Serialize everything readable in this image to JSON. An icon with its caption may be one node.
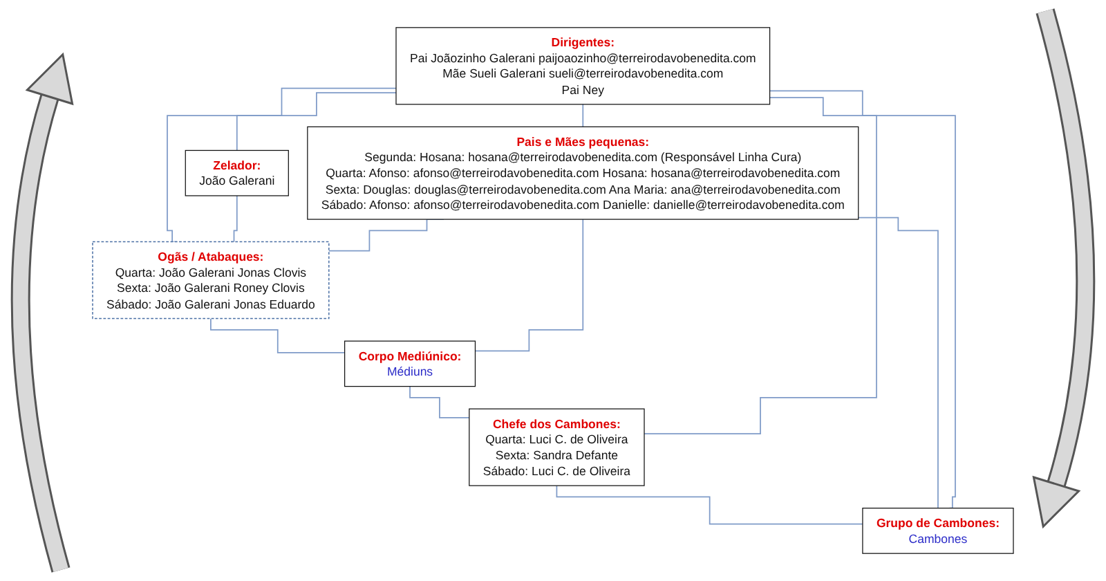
{
  "diagram": {
    "nodes": [
      {
        "text": [
          "Dirigentes:",
          "Pai Joãozinho Galerani paijoaozinho@terreirodavobenedita.com",
          "Mãe Sueli Galerani sueli@terreirodavobenedita.com",
          "Pai Ney"
        ]
      },
      {
        "text": [
          "Zelador:",
          "João Galerani"
        ]
      },
      {
        "text": [
          "Ogãs / Atabaques:",
          "Quarta: João Galerani Jonas Clovis",
          "Sexta: João Galerani Roney Clovis",
          "Sábado: João Galerani Jonas Eduardo"
        ]
      },
      {
        "text": [
          "Pais e Mães pequenas:",
          "Segunda: Hosana: hosana@terreirodavobenedita.com (Responsável Linha Cura)",
          "Quarta: Afonso: afonso@terreirodavobenedita.com Hosana: hosana@terreirodavobenedita.com",
          "Sexta: Douglas: douglas@terreirodavobenedita.com Ana Maria: ana@terreirodavobenedita.com",
          "Sábado: Afonso: afonso@terreirodavobenedita.com Danielle: danielle@terreirodavobenedita.com"
        ]
      },
      {
        "text": [
          "Corpo Mediúnico:",
          "Médiuns"
        ]
      },
      {
        "text": [
          "Chefe dos Cambones:",
          "Quarta: Luci C. de Oliveira",
          "Sexta: Sandra Defante",
          "Sábado: Luci C. de Oliveira"
        ]
      },
      {
        "text": [
          "Grupo de Cambones:",
          "Cambones"
        ]
      }
    ],
    "edges": [
      {
        "from": 0,
        "to": 1,
        "arrow": "none"
      },
      {
        "from": 0,
        "to": 3,
        "arrow": "none"
      },
      {
        "from": 0,
        "to": 2,
        "arrow": "none"
      },
      {
        "from": 1,
        "to": 2,
        "arrow": "none"
      },
      {
        "from": 3,
        "to": 2,
        "arrow": "none"
      },
      {
        "from": 2,
        "to": 4,
        "arrow": "none"
      },
      {
        "from": 3,
        "to": 4,
        "arrow": "none"
      },
      {
        "from": 4,
        "to": 5,
        "arrow": "none"
      },
      {
        "from": 0,
        "to": 5,
        "arrow": "none"
      },
      {
        "from": 5,
        "to": 6,
        "arrow": "none"
      },
      {
        "from": 3,
        "to": 6,
        "arrow": "none"
      },
      {
        "from": 0,
        "to": 6,
        "arrow": "none"
      }
    ]
  }
}
